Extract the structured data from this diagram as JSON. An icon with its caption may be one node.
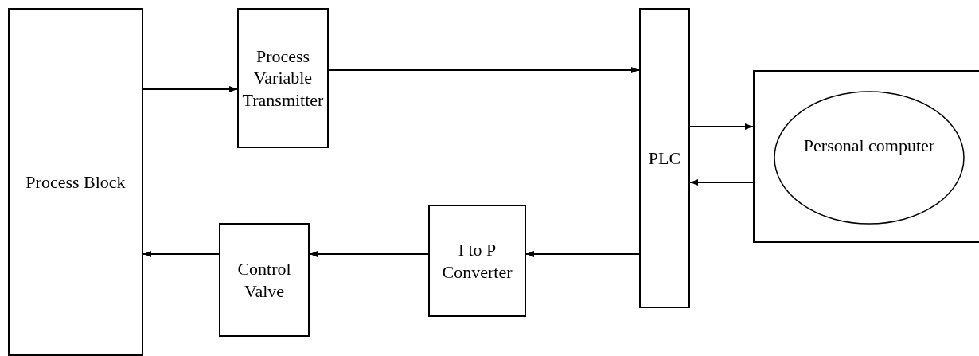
{
  "diagram": {
    "nodes": [
      {
        "text": [
          "Process Block"
        ]
      },
      {
        "text": [
          "Process Variable Transmitter"
        ]
      },
      {
        "text": [
          "PLC"
        ]
      },
      {
        "text": [],
        "shape": "box"
      },
      {
        "text": [
          "Personal computer"
        ],
        "in": 3
      },
      {
        "text": [
          "I to P Converter"
        ]
      },
      {
        "text": [
          "Control Valve"
        ]
      }
    ],
    "edges": [
      {
        "from": 0,
        "to": 1,
        "arrow": "to"
      },
      {
        "from": 1,
        "to": 2,
        "arrow": "to"
      },
      {
        "from": 2,
        "to": 3,
        "arrow": "to"
      },
      {
        "from": 3,
        "to": 2,
        "arrow": "to"
      },
      {
        "from": 2,
        "to": 5,
        "arrow": "to"
      },
      {
        "from": 5,
        "to": 6,
        "arrow": "to"
      },
      {
        "from": 6,
        "to": 0,
        "arrow": "to"
      }
    ]
  }
}
